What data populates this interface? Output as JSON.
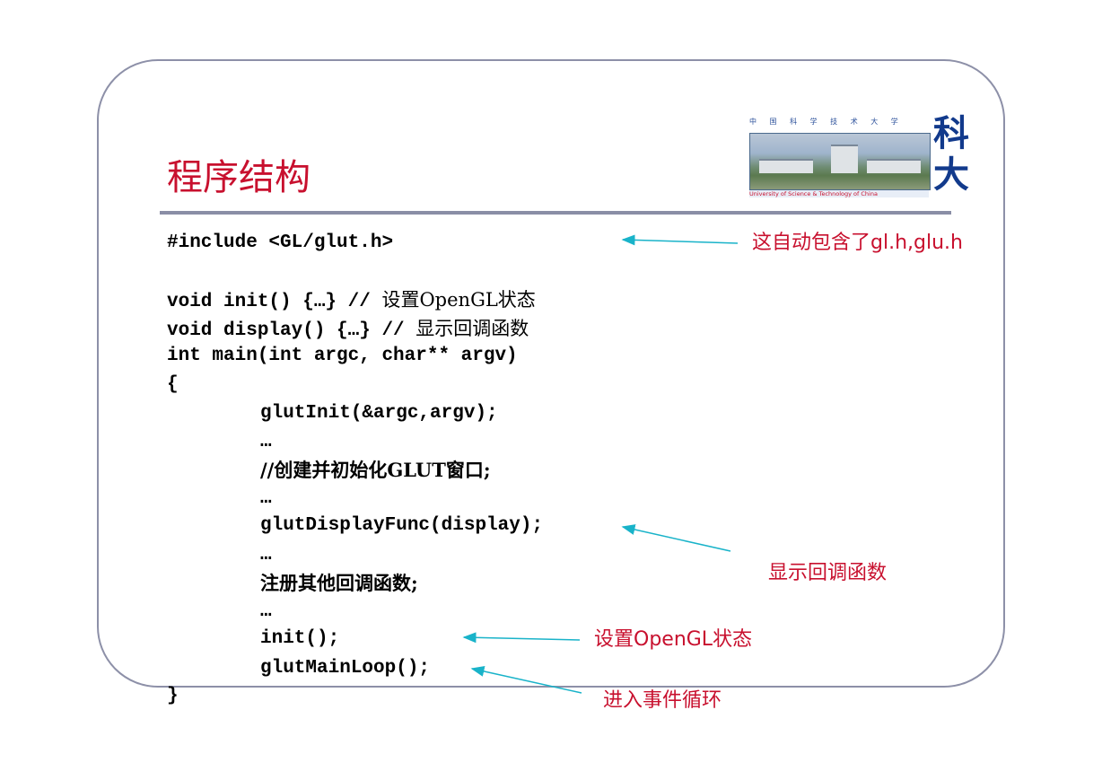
{
  "slide": {
    "title": "程序结构",
    "logo": {
      "cn_name": "中 国 科 学 技 术 大 学",
      "en_name": "University of Science & Technology of China",
      "seal": "科大"
    }
  },
  "code": {
    "include": "#include <GL/glut.h>",
    "init_decl": "void init() {…} // ",
    "init_comment": "设置OpenGL状态",
    "display_decl": "void display() {…} // ",
    "display_comment": "显示回调函数",
    "main_sig": "int main(int argc, char** argv)",
    "open_brace": "{",
    "glutinit": "glutInit(&argc,argv);",
    "ellipsis1": "…",
    "create_window": "//创建并初始化GLUT窗口;",
    "ellipsis2": "…",
    "display_func": "glutDisplayFunc(display);",
    "ellipsis3": "…",
    "register_others": "注册其他回调函数;",
    "ellipsis4": "…",
    "init_call": "init();",
    "main_loop": "glutMainLoop();",
    "close_brace": "}"
  },
  "annotations": {
    "include_note": "这自动包含了gl.h,glu.h",
    "display_note": "显示回调函数",
    "init_note": "设置OpenGL状态",
    "loop_note": "进入事件循环"
  },
  "colors": {
    "accent_red": "#c8102e",
    "arrow_cyan": "#19b3c9",
    "frame_gray": "#8d90a8"
  }
}
